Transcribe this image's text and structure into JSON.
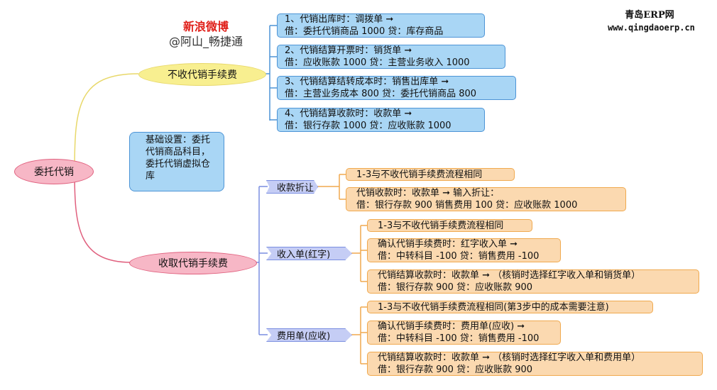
{
  "header": {
    "weibo": "新浪微博",
    "author": "@阿山_畅捷通"
  },
  "brand": {
    "name": "青岛ERP网",
    "url": "www.qingdaoerp.cn"
  },
  "root": "委托代销",
  "note": "基础设置：委托代销商品科目，委托代销虚拟仓库",
  "branch_no_fee": {
    "label": "不收代销手续费",
    "steps": [
      {
        "l1": "1、代销出库时：调拨单 ➞",
        "l2": "借：委托代销商品 1000  贷：库存商品"
      },
      {
        "l1": "2、代销结算开票时：销货单 ➞",
        "l2": "借：应收账款 1000 贷：主营业务收入 1000"
      },
      {
        "l1": "3、代销结算结转成本时：销售出库单 ➞",
        "l2": "借：主营业务成本 800 贷：委托代销商品 800"
      },
      {
        "l1": "4、代销结算收款时：收款单 ➞",
        "l2": "借：银行存款 1000 贷：应收账款 1000"
      }
    ]
  },
  "branch_fee": {
    "label": "收取代销手续费",
    "methods": [
      {
        "label": "收款折让",
        "items": [
          {
            "l1": "1-3与不收代销手续费流程相同"
          },
          {
            "l1": "代销收款时：收款单 ➞ 输入折让：",
            "l2": "借：银行存款 900  销售费用 100 贷：应收账款 1000"
          }
        ]
      },
      {
        "label": "收入单(红字)",
        "items": [
          {
            "l1": "1-3与不收代销手续费流程相同"
          },
          {
            "l1": "确认代销手续费时：红字收入单 ➞",
            "l2": "借：中转科目 -100 贷：销售费用 -100"
          },
          {
            "l1": "代销结算收款时：收款单 ➞ （核销时选择红字收入单和销货单）",
            "l2": "借：银行存款 900 贷：应收账款 900"
          }
        ]
      },
      {
        "label": "费用单(应收)",
        "items": [
          {
            "l1": "1-3与不收代销手续费流程相同(第3步中的成本需要注意)"
          },
          {
            "l1": "确认代销手续费时：费用单(应收) ➞",
            "l2": "借：中转科目 -100 贷：销售费用 -100"
          },
          {
            "l1": "代销结算收款时：收款单 ➞ （核销时选择红字收入单和费用单）",
            "l2": "借：银行存款 900 贷：应收账款 900"
          }
        ]
      }
    ]
  }
}
